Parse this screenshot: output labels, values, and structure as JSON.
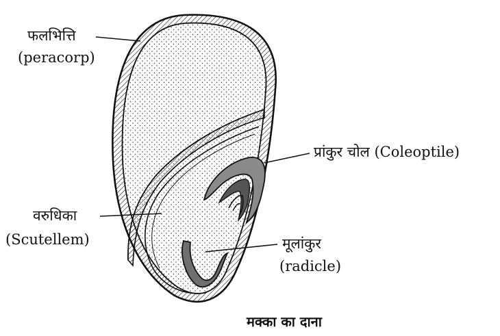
{
  "labels": {
    "pericarp_hindi": "फलभित्ति",
    "pericarp_english": "(peracorp)",
    "coleoptile": "प्रांकुर चोल (Coleoptile)",
    "scutellum_hindi": "वरुधिका",
    "scutellum_english": "(Scutellem)",
    "radicle_hindi": "मूलांकुर",
    "radicle_english": "(radicle)"
  },
  "caption": "मक्का का दाना",
  "colors": {
    "ink": "#111111",
    "background": "#ffffff",
    "coleoptile_fill": "#8a8a8a"
  }
}
